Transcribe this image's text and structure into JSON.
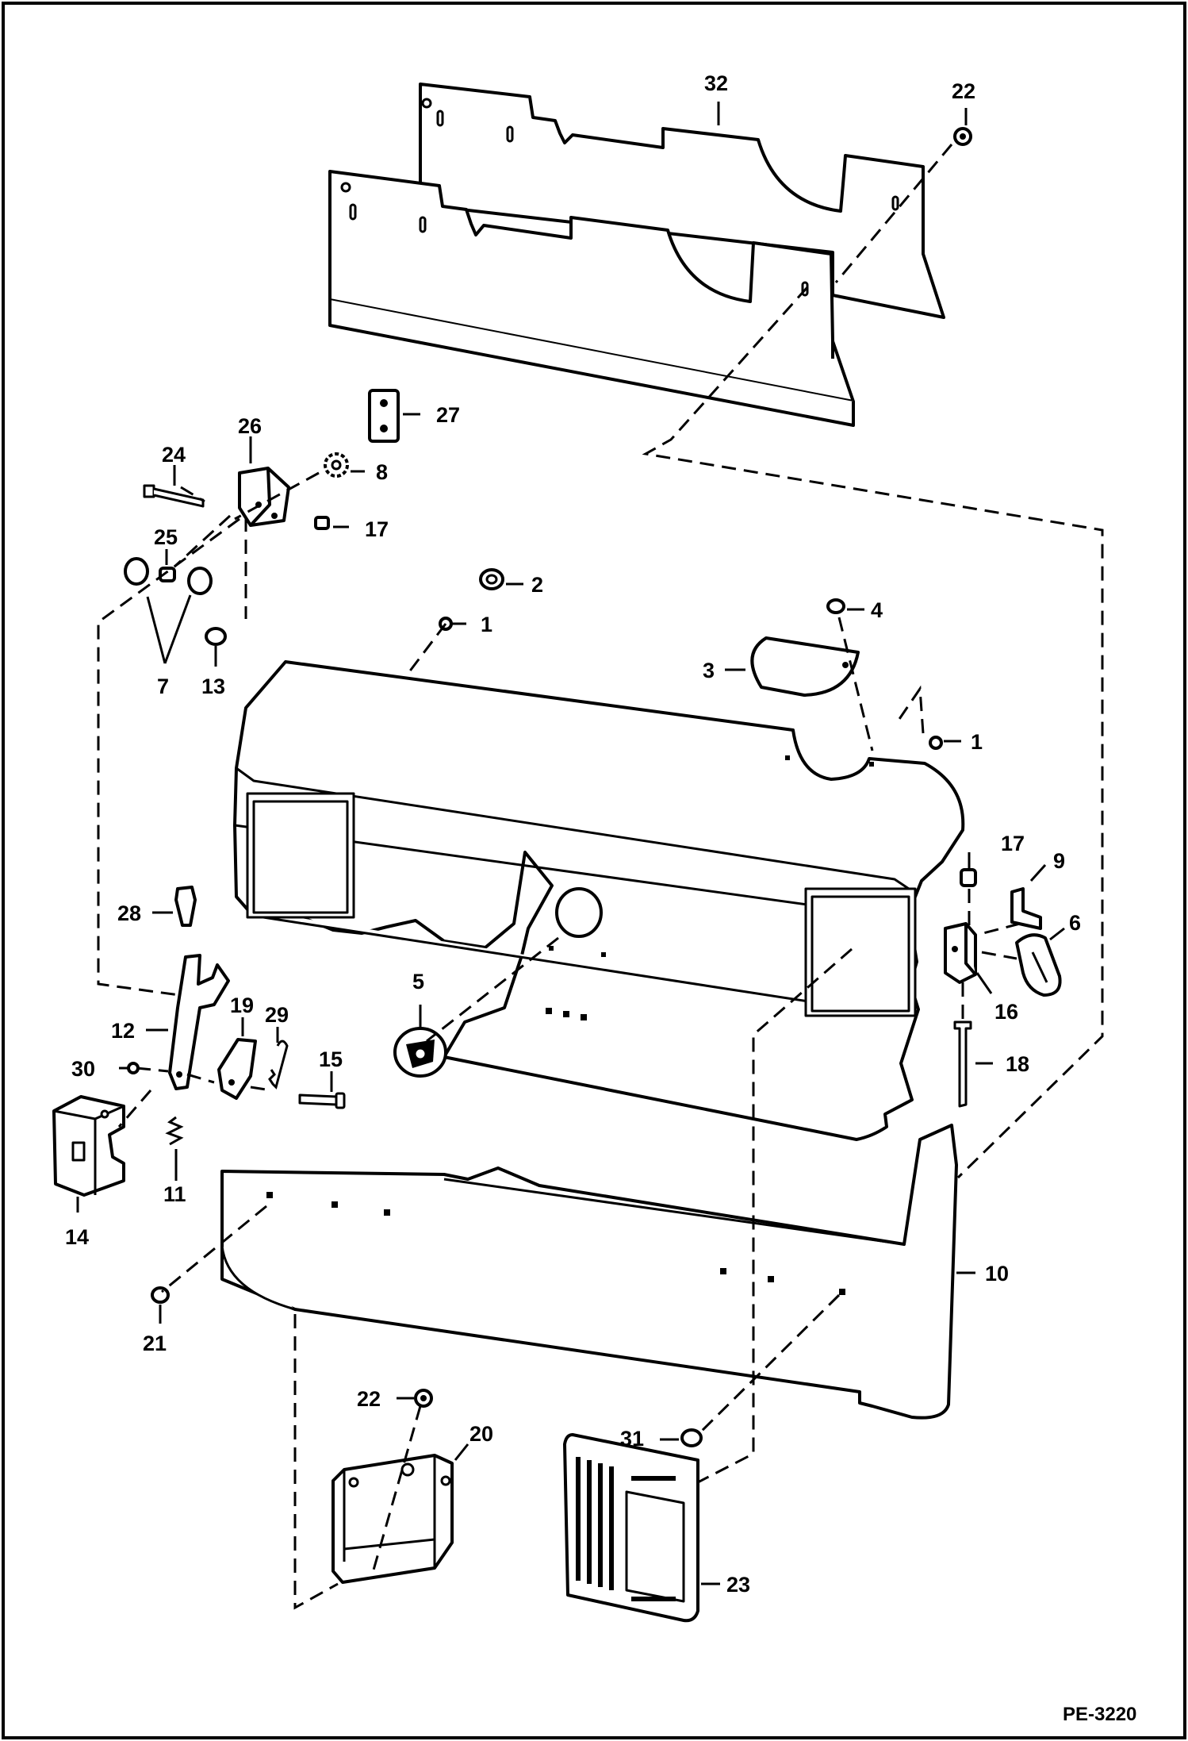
{
  "drawing_number": "PE-3220",
  "callouts": {
    "c1a": "1",
    "c1b": "1",
    "c2": "2",
    "c3": "3",
    "c4": "4",
    "c5": "5",
    "c6": "6",
    "c7": "7",
    "c8": "8",
    "c9": "9",
    "c10": "10",
    "c11": "11",
    "c12": "12",
    "c13": "13",
    "c14": "14",
    "c15": "15",
    "c16": "16",
    "c17a": "17",
    "c17b": "17",
    "c18": "18",
    "c19": "19",
    "c20": "20",
    "c21": "21",
    "c22a": "22",
    "c22b": "22",
    "c23": "23",
    "c24": "24",
    "c25": "25",
    "c26": "26",
    "c27": "27",
    "c28": "28",
    "c29": "29",
    "c30": "30",
    "c31": "31",
    "c32": "32"
  }
}
